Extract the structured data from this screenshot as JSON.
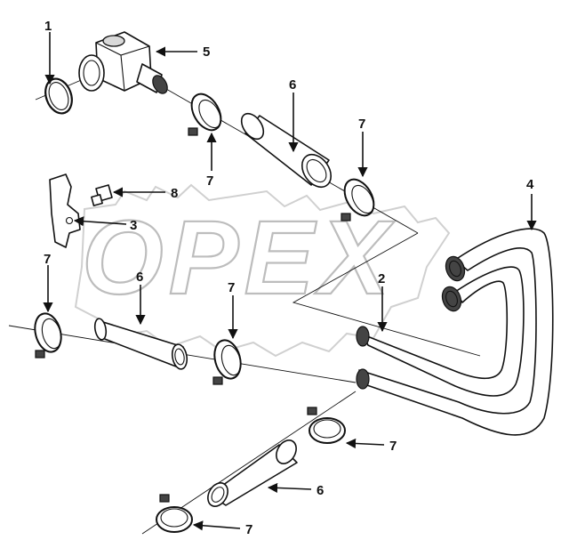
{
  "watermark": "OPEX",
  "callouts": {
    "c1": "1",
    "c5": "5",
    "c6a": "6",
    "c7a": "7",
    "c7b": "7",
    "c8": "8",
    "c3": "3",
    "c4": "4",
    "c7c": "7",
    "c6b": "6",
    "c7d": "7",
    "c2": "2",
    "c7e": "7",
    "c6c": "6",
    "c7f": "7"
  },
  "colors": {
    "line": "#111111",
    "watermark": "#bdbdbd",
    "background": "#ffffff"
  }
}
